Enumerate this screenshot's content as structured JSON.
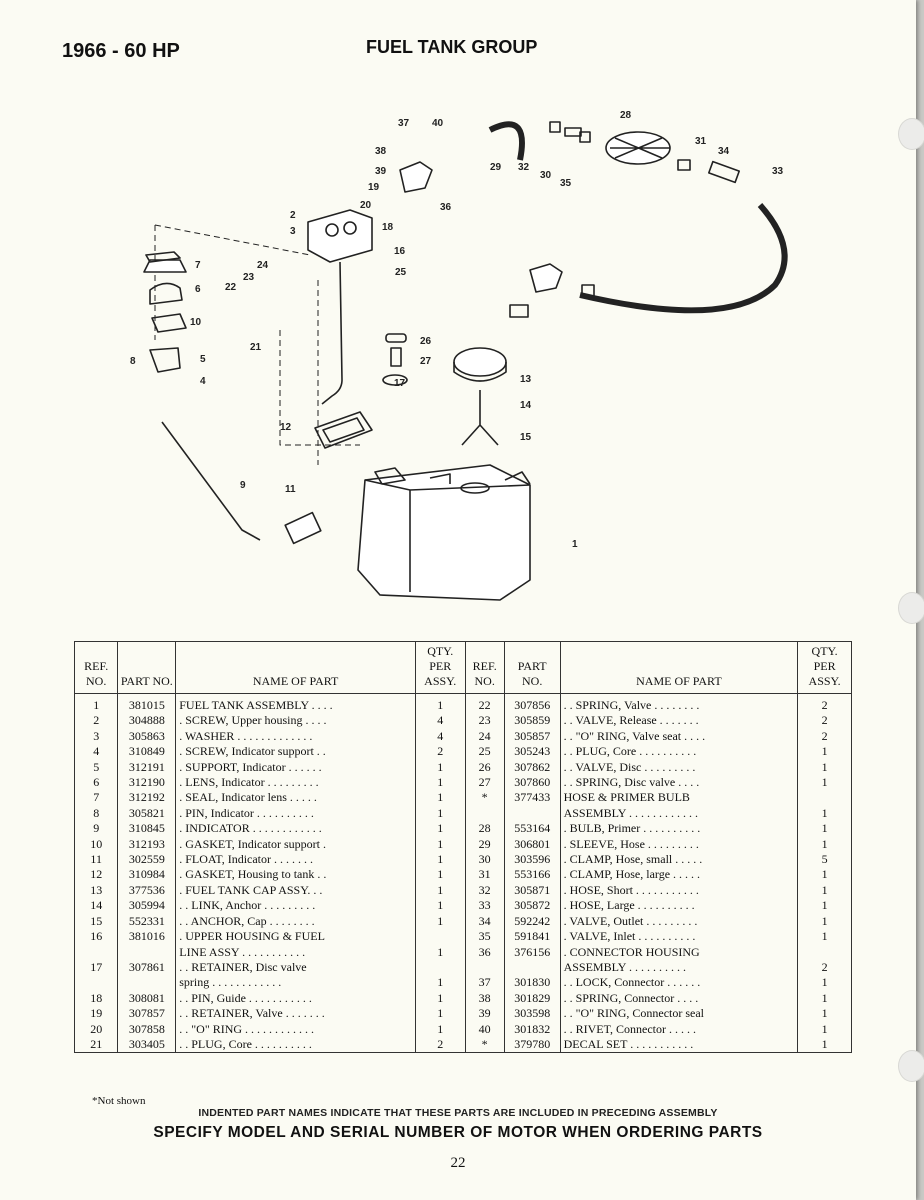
{
  "header": {
    "model": "1966 - 60 HP",
    "title": "FUEL TANK GROUP"
  },
  "diagram": {
    "callouts": [
      "1",
      "2",
      "3",
      "4",
      "5",
      "6",
      "7",
      "8",
      "9",
      "10",
      "11",
      "12",
      "13",
      "14",
      "15",
      "16",
      "17",
      "18",
      "19",
      "20",
      "21",
      "22",
      "23",
      "24",
      "25",
      "26",
      "27",
      "28",
      "29",
      "30",
      "31",
      "32",
      "33",
      "34",
      "35",
      "36",
      "37",
      "38",
      "39",
      "40"
    ]
  },
  "table": {
    "headers": {
      "ref_no": "REF. NO.",
      "part_no": "PART NO.",
      "name": "NAME OF PART",
      "qty": "QTY. PER ASSY."
    },
    "left": [
      {
        "ref": "1",
        "part": "381015",
        "name": "FUEL TANK ASSEMBLY . . . .",
        "qty": "1"
      },
      {
        "ref": "2",
        "part": "304888",
        "name": ". SCREW, Upper housing . . . .",
        "qty": "4"
      },
      {
        "ref": "3",
        "part": "305863",
        "name": ". WASHER . . . . . . . . . . . . .",
        "qty": "4"
      },
      {
        "ref": "4",
        "part": "310849",
        "name": ". SCREW, Indicator support . .",
        "qty": "2"
      },
      {
        "ref": "5",
        "part": "312191",
        "name": ". SUPPORT, Indicator . . . . . .",
        "qty": "1"
      },
      {
        "ref": "6",
        "part": "312190",
        "name": ". LENS, Indicator . . . . . . . . .",
        "qty": "1"
      },
      {
        "ref": "7",
        "part": "312192",
        "name": ". SEAL, Indicator lens . . . . .",
        "qty": "1"
      },
      {
        "ref": "8",
        "part": "305821",
        "name": ". PIN, Indicator . . . . . . . . . .",
        "qty": "1"
      },
      {
        "ref": "9",
        "part": "310845",
        "name": ". INDICATOR . . . . . . . . . . . .",
        "qty": "1"
      },
      {
        "ref": "10",
        "part": "312193",
        "name": ". GASKET, Indicator support .",
        "qty": "1"
      },
      {
        "ref": "11",
        "part": "302559",
        "name": ". FLOAT, Indicator . . . . . . .",
        "qty": "1"
      },
      {
        "ref": "12",
        "part": "310984",
        "name": ". GASKET, Housing to tank . .",
        "qty": "1"
      },
      {
        "ref": "13",
        "part": "377536",
        "name": ". FUEL TANK CAP ASSY. . .",
        "qty": "1"
      },
      {
        "ref": "14",
        "part": "305994",
        "name": ". . LINK, Anchor . . . . . . . . .",
        "qty": "1"
      },
      {
        "ref": "15",
        "part": "552331",
        "name": ". . ANCHOR, Cap . . . . . . . .",
        "qty": "1"
      },
      {
        "ref": "16",
        "part": "381016",
        "name": ". UPPER HOUSING & FUEL",
        "name2": "LINE ASSY . . . . . . . . . . .",
        "qty": "1"
      },
      {
        "ref": "17",
        "part": "307861",
        "name": ". . RETAINER, Disc valve",
        "name2": "spring . . . . . . . . . . . .",
        "qty": "1"
      },
      {
        "ref": "18",
        "part": "308081",
        "name": ". . PIN, Guide . . . . . . . . . . .",
        "qty": "1"
      },
      {
        "ref": "19",
        "part": "307857",
        "name": ". . RETAINER, Valve . . . . . . .",
        "qty": "1"
      },
      {
        "ref": "20",
        "part": "307858",
        "name": ". . \"O\" RING . . . . . . . . . . . .",
        "qty": "1"
      },
      {
        "ref": "21",
        "part": "303405",
        "name": ". . PLUG, Core . . . . . . . . . .",
        "qty": "2"
      }
    ],
    "right": [
      {
        "ref": "22",
        "part": "307856",
        "name": ". . SPRING, Valve . . . . . . . .",
        "qty": "2"
      },
      {
        "ref": "23",
        "part": "305859",
        "name": ". . VALVE, Release . . . . . . .",
        "qty": "2"
      },
      {
        "ref": "24",
        "part": "305857",
        "name": ". . \"O\" RING, Valve seat . . . .",
        "qty": "2"
      },
      {
        "ref": "25",
        "part": "305243",
        "name": ". . PLUG, Core . . . . . . . . . .",
        "qty": "1"
      },
      {
        "ref": "26",
        "part": "307862",
        "name": ". . VALVE, Disc . . . . . . . . .",
        "qty": "1"
      },
      {
        "ref": "27",
        "part": "307860",
        "name": ". . SPRING, Disc valve . . . .",
        "qty": "1"
      },
      {
        "ref": "*",
        "part": "377433",
        "name": "HOSE & PRIMER BULB",
        "name2": "ASSEMBLY . . . . . . . . . . . .",
        "qty": "1"
      },
      {
        "ref": "28",
        "part": "553164",
        "name": ". BULB, Primer . . . . . . . . . .",
        "qty": "1"
      },
      {
        "ref": "29",
        "part": "306801",
        "name": ". SLEEVE, Hose . . . . . . . . .",
        "qty": "1"
      },
      {
        "ref": "30",
        "part": "303596",
        "name": ". CLAMP, Hose, small . . . . .",
        "qty": "5"
      },
      {
        "ref": "31",
        "part": "553166",
        "name": ". CLAMP, Hose, large . . . . .",
        "qty": "1"
      },
      {
        "ref": "32",
        "part": "305871",
        "name": ". HOSE, Short . . . . . . . . . . .",
        "qty": "1"
      },
      {
        "ref": "33",
        "part": "305872",
        "name": ". HOSE, Large . . . . . . . . . .",
        "qty": "1"
      },
      {
        "ref": "34",
        "part": "592242",
        "name": ". VALVE, Outlet . . . . . . . . .",
        "qty": "1"
      },
      {
        "ref": "35",
        "part": "591841",
        "name": ". VALVE, Inlet . . . . . . . . . .",
        "qty": "1"
      },
      {
        "ref": "36",
        "part": "376156",
        "name": ". CONNECTOR HOUSING",
        "name2": "ASSEMBLY . . . . . . . . . .",
        "qty": "2"
      },
      {
        "ref": "37",
        "part": "301830",
        "name": ". . LOCK, Connector . . . . . .",
        "qty": "1"
      },
      {
        "ref": "38",
        "part": "301829",
        "name": ". . SPRING, Connector . . . .",
        "qty": "1"
      },
      {
        "ref": "39",
        "part": "303598",
        "name": ". . \"O\" RING, Connector seal",
        "qty": "1"
      },
      {
        "ref": "40",
        "part": "301832",
        "name": ". . RIVET, Connector . . . . .",
        "qty": "1"
      },
      {
        "ref": "*",
        "part": "379780",
        "name": "DECAL SET . . . . . . . . . . .",
        "qty": "1"
      }
    ]
  },
  "footer": {
    "footnote": "*Not shown",
    "note_indented": "INDENTED PART NAMES INDICATE THAT THESE PARTS ARE INCLUDED IN PRECEDING ASSEMBLY",
    "note_specify": "SPECIFY MODEL AND SERIAL NUMBER OF MOTOR WHEN ORDERING PARTS",
    "page_number": "22"
  }
}
